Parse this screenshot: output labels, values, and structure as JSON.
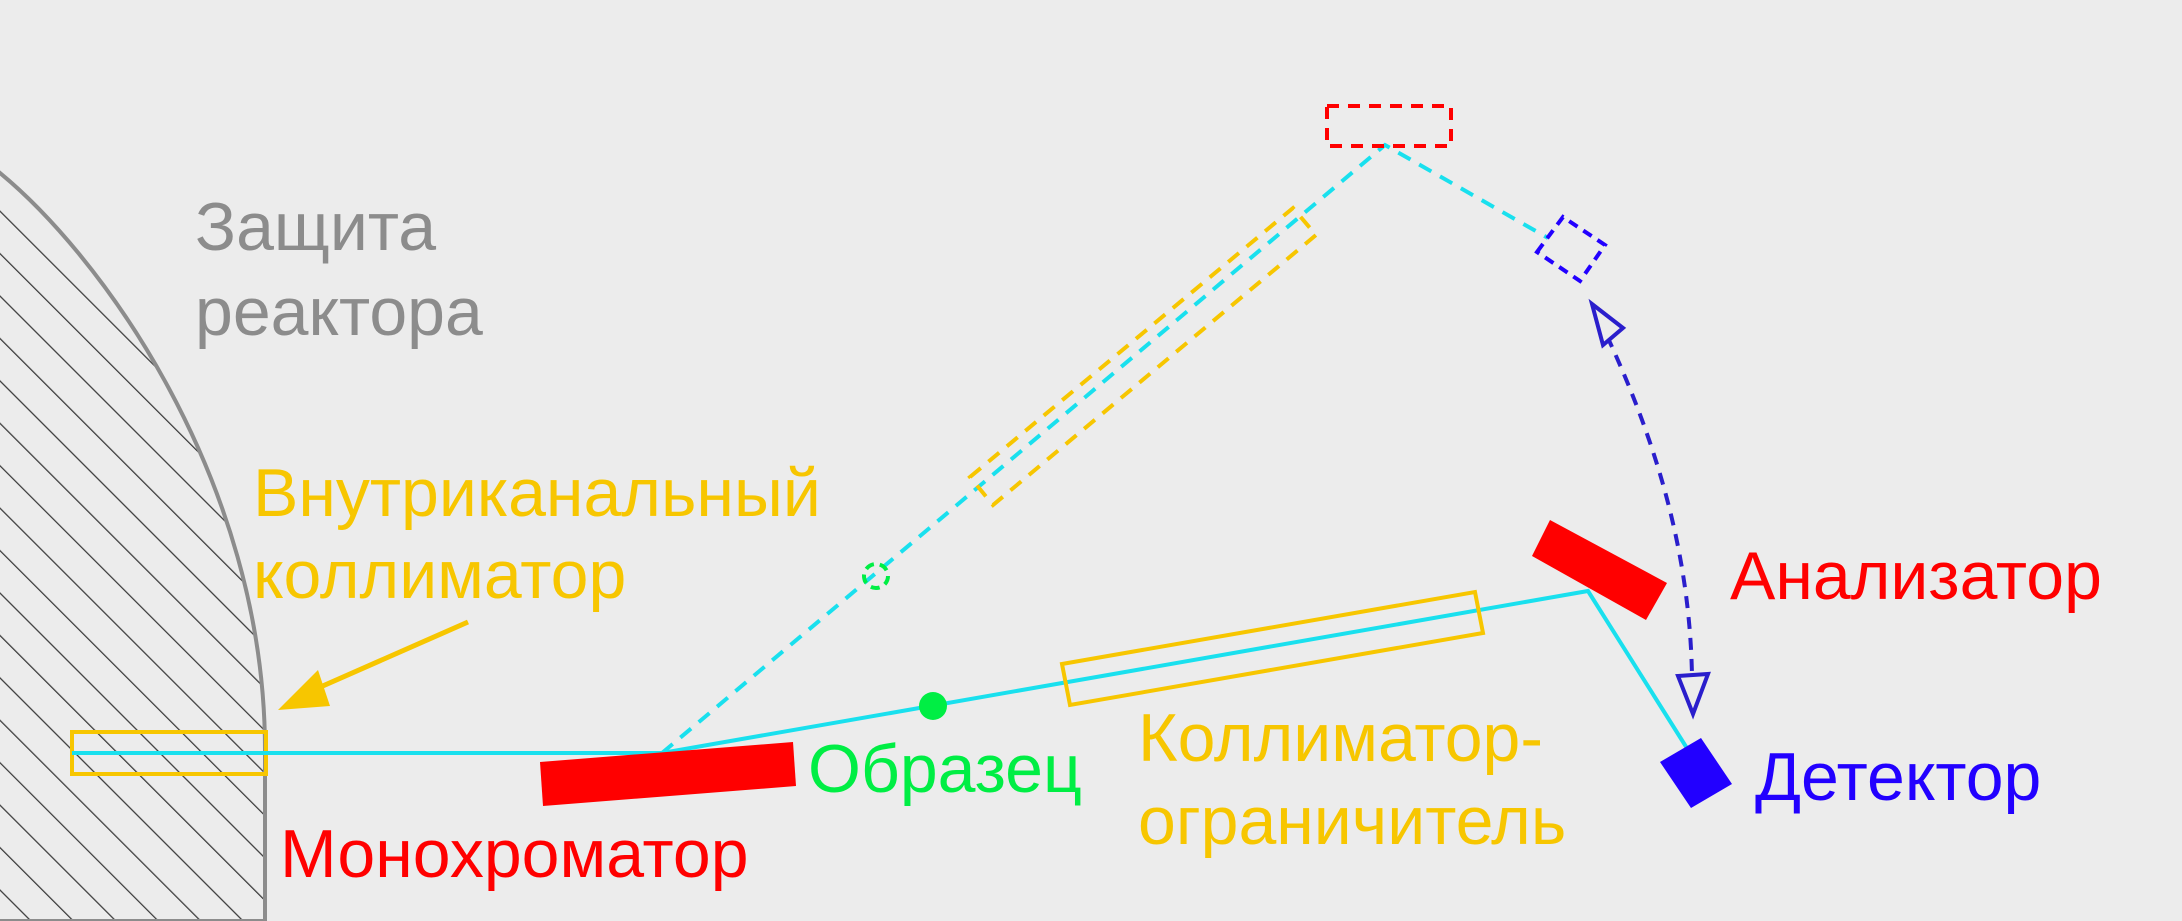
{
  "labels": {
    "shield_line1": "Защита",
    "shield_line2": "реактора",
    "inpile_line1": "Внутриканальный",
    "inpile_line2": "коллиматор",
    "monochromator": "Монохроматор",
    "sample": "Образец",
    "restrictor_line1": "Коллиматор-",
    "restrictor_line2": "ограничитель",
    "analyzer": "Анализатор",
    "detector": "Детектор"
  },
  "colors": {
    "background": "#ececec",
    "shield_text": "#8c8c8c",
    "shield_edge": "#8c8c8c",
    "collimator": "#f7c600",
    "beam": "#19e0ee",
    "monochromator": "#ff0000",
    "analyzer": "#ff0000",
    "sample": "#00ee44",
    "detector": "#2200ff",
    "detector_arc": "#2a1ecc"
  }
}
